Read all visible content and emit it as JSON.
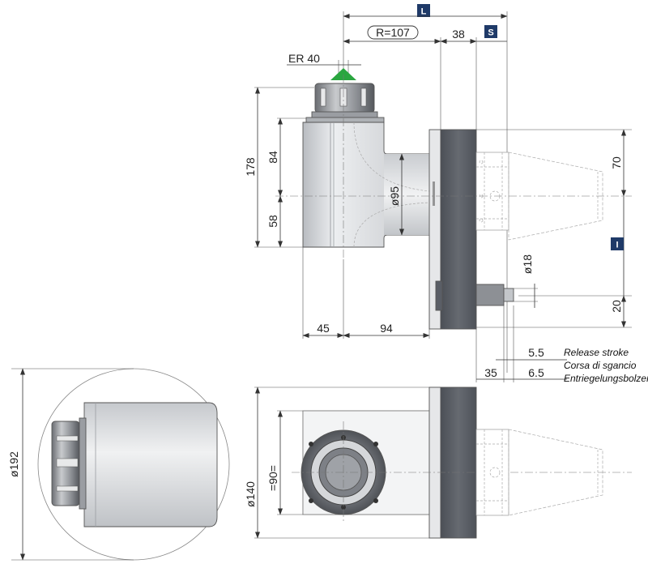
{
  "badges": {
    "L": "L",
    "S": "S",
    "I": "I"
  },
  "labels": {
    "radius": "R=107",
    "collet": "ER 40",
    "d38": "38",
    "h178": "178",
    "h84": "84",
    "h58": "58",
    "dia95": "ø95",
    "w45": "45",
    "w94": "94",
    "h70": "70",
    "dia18": "ø18",
    "h20": "20",
    "s55": "5.5",
    "s65": "6.5",
    "s35": "35",
    "dia192": "ø192",
    "dia140": "ø140",
    "d90": "=90="
  },
  "notes": {
    "release_en": "Release stroke",
    "release_it": "Corsa di sgancio",
    "release_de": "Entriegelungsbolzen"
  },
  "colors": {
    "badge": "#1f3a68",
    "arrow": "#2aa640",
    "flange": "#5a5e66"
  }
}
